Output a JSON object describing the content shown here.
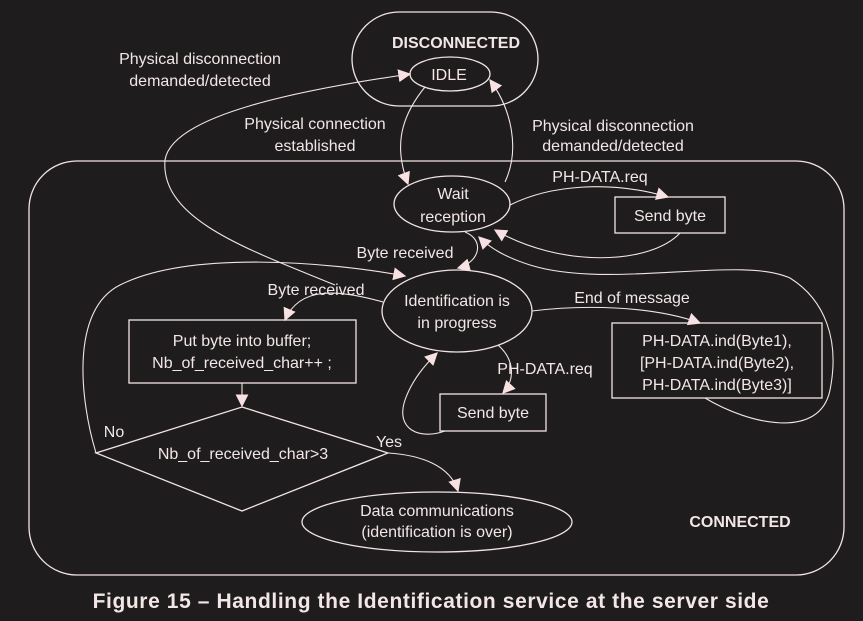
{
  "diagram": {
    "caption": "Figure 15 – Handling the Identification service at the server side",
    "colors": {
      "background": "#1f1c1d",
      "stroke": "#f2e4e4",
      "text": "#f2e6e6"
    },
    "superstates": {
      "disconnected": "DISCONNECTED",
      "connected": "CONNECTED"
    },
    "states": {
      "idle": "IDLE",
      "wait_reception": [
        "Wait",
        "reception"
      ],
      "identification": [
        "Identification is",
        "in progress"
      ],
      "data_communications": [
        "Data communications",
        "(identification is over)"
      ]
    },
    "actions": {
      "send_byte_top": "Send byte",
      "send_byte_bottom": "Send byte",
      "put_byte": [
        "Put byte into buffer;",
        "Nb_of_received_char++ ;"
      ],
      "ph_data_ind": [
        "PH-DATA.ind(Byte1),",
        "[PH-DATA.ind(Byte2),",
        "PH-DATA.ind(Byte3)]"
      ]
    },
    "decision": {
      "condition": "Nb_of_received_char>3",
      "yes": "Yes",
      "no": "No"
    },
    "transitions": {
      "phys_disconnect_left": [
        "Physical disconnection",
        "demanded/detected"
      ],
      "phys_connect": [
        "Physical connection",
        "established"
      ],
      "phys_disconnect_right": [
        "Physical disconnection",
        "demanded/detected"
      ],
      "ph_data_req_top": "PH-DATA.req",
      "byte_received_wait": "Byte received",
      "byte_received_ident": "Byte received",
      "end_of_message": "End of message",
      "ph_data_req_bottom": "PH-DATA.req"
    }
  }
}
